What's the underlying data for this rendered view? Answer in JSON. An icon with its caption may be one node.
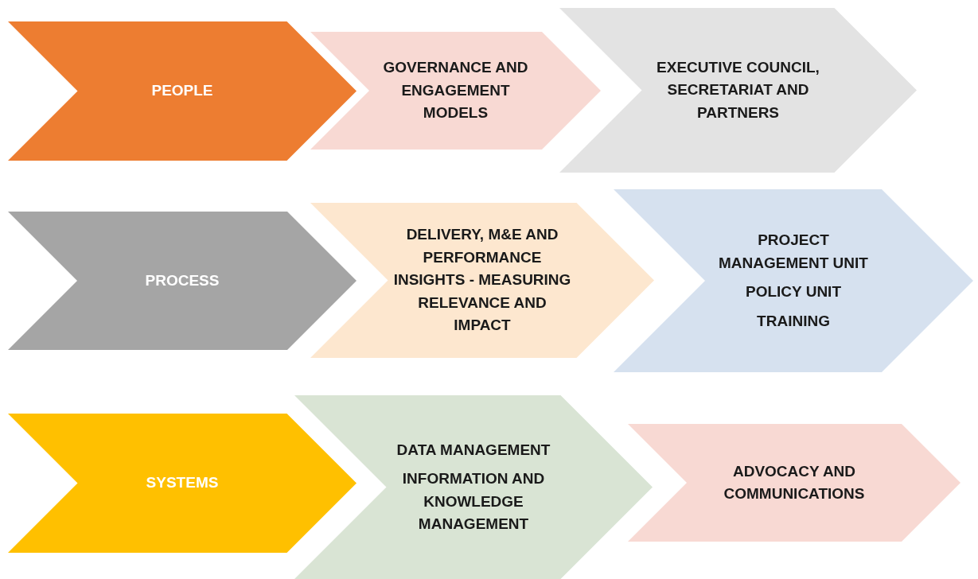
{
  "diagram": {
    "nodes": [
      {
        "text": [
          "PEOPLE"
        ]
      },
      {
        "text": [
          "GOVERNANCE AND ENGAGEMENT MODELS"
        ]
      },
      {
        "text": [
          "EXECUTIVE COUNCIL, SECRETARIAT AND PARTNERS"
        ]
      },
      {
        "text": [
          "PROCESS"
        ]
      },
      {
        "text": [
          "DELIVERY, M&E AND PERFORMANCE INSIGHTS - MEASURING RELEVANCE AND IMPACT"
        ]
      },
      {
        "text": [
          "PROJECT MANAGEMENT UNIT",
          "POLICY UNIT",
          "TRAINING"
        ]
      },
      {
        "text": [
          "SYSTEMS"
        ]
      },
      {
        "text": [
          "DATA MANAGEMENT",
          "INFORMATION AND KNOWLEDGE MANAGEMENT"
        ]
      },
      {
        "text": [
          "ADVOCACY AND COMMUNICATIONS"
        ]
      }
    ]
  }
}
